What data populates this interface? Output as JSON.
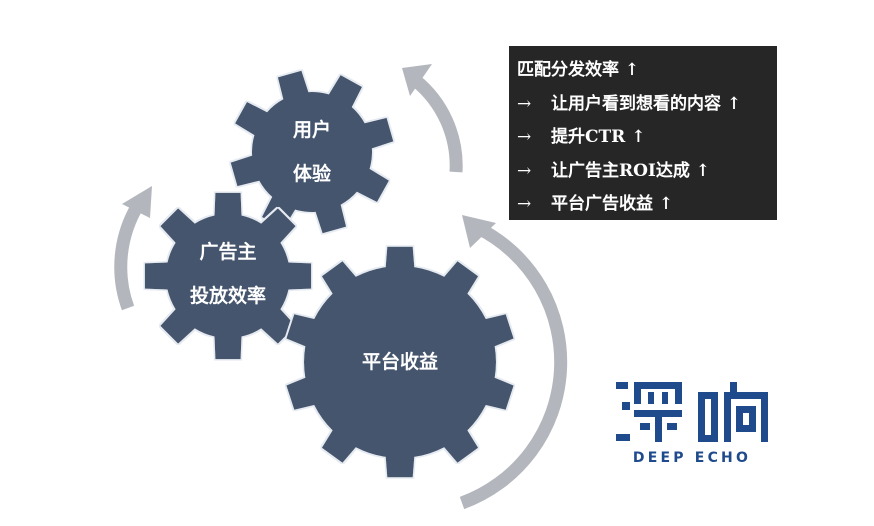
{
  "gears": {
    "user_experience": {
      "line1": "用户",
      "line2": "体验"
    },
    "advertiser_efficiency": {
      "line1": "广告主",
      "line2": "投放效率"
    },
    "platform_revenue": {
      "label": "平台收益"
    }
  },
  "info_box": {
    "title": "匹配分发效率 ↑",
    "items": [
      {
        "arrow": "→",
        "text": "让用户看到想看的内容 ↑"
      },
      {
        "arrow": "→",
        "text": "提升CTR ↑"
      },
      {
        "arrow": "→",
        "text": "让广告主ROI达成 ↑"
      },
      {
        "arrow": "→",
        "text": "平台广告收益 ↑"
      }
    ]
  },
  "logo": {
    "cn": "深响",
    "en": "DEEP ECHO"
  },
  "colors": {
    "gear": "#44546e",
    "arrow": "#b3b6bc",
    "box": "#262626",
    "logo": "#1f4a8c"
  }
}
